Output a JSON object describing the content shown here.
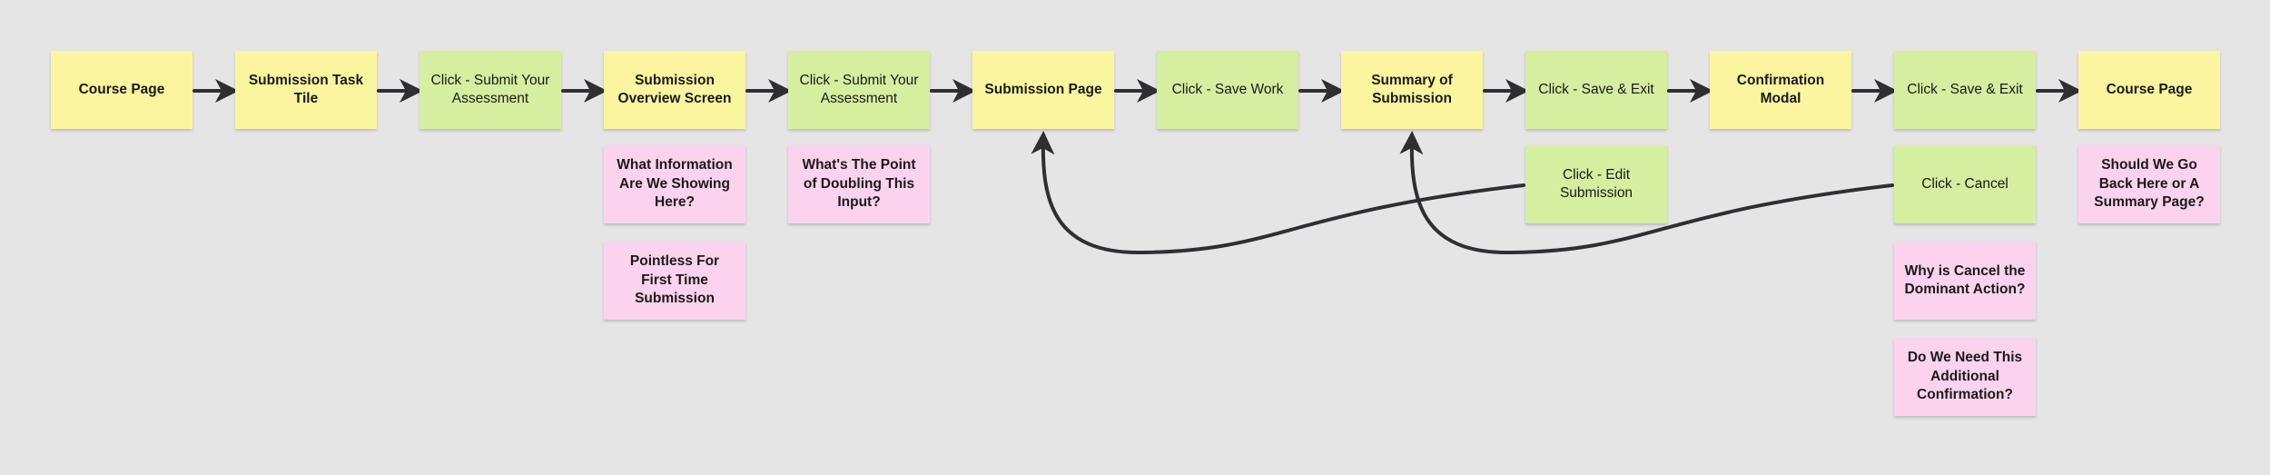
{
  "colors": {
    "background": "#e5e5e5",
    "screen_note": "#fbf5a0",
    "action_note": "#d5eea0",
    "question_note": "#fbd3ee",
    "connector": "#2f2f33"
  },
  "flow": [
    {
      "id": "course-page-start",
      "kind": "screen",
      "label": "Course Page"
    },
    {
      "id": "submission-task-tile",
      "kind": "screen",
      "label": "Submission  Task Tile"
    },
    {
      "id": "click-submit-your-assessment-1",
      "kind": "action",
      "label": "Click - Submit Your Assessment"
    },
    {
      "id": "submission-overview-screen",
      "kind": "screen",
      "label": "Submission Overview Screen"
    },
    {
      "id": "click-submit-your-assessment-2",
      "kind": "action",
      "label": "Click - Submit Your Assessment"
    },
    {
      "id": "submission-page",
      "kind": "screen",
      "label": "Submission Page"
    },
    {
      "id": "click-save-work",
      "kind": "action",
      "label": "Click - Save Work"
    },
    {
      "id": "summary-of-submission",
      "kind": "screen",
      "label": "Summary of Submission"
    },
    {
      "id": "click-save-exit-1",
      "kind": "action",
      "label": "Click - Save & Exit"
    },
    {
      "id": "confirmation-modal",
      "kind": "screen",
      "label": "Confirmation Modal"
    },
    {
      "id": "click-save-exit-2",
      "kind": "action",
      "label": "Click - Save & Exit"
    },
    {
      "id": "course-page-end",
      "kind": "screen",
      "label": "Course Page"
    }
  ],
  "branches": [
    {
      "id": "click-edit-submission",
      "kind": "action",
      "label": "Click - Edit Submission",
      "under": "click-save-exit-1",
      "returns_to": "submission-page"
    },
    {
      "id": "click-cancel",
      "kind": "action",
      "label": "Click - Cancel",
      "under": "click-save-exit-2",
      "returns_to": "summary-of-submission"
    }
  ],
  "questions": [
    {
      "id": "what-information",
      "label": "What Information Are We Showing Here?",
      "under": "submission-overview-screen",
      "row": 1
    },
    {
      "id": "pointless-first-time",
      "label": "Pointless For First Time Submission",
      "under": "submission-overview-screen",
      "row": 2
    },
    {
      "id": "point-of-doubling",
      "label": "What's The Point of Doubling This Input?",
      "under": "click-submit-your-assessment-2",
      "row": 1
    },
    {
      "id": "why-cancel-dominant",
      "label": "Why is Cancel the Dominant Action?",
      "under": "click-save-exit-2",
      "row": 2
    },
    {
      "id": "need-confirmation",
      "label": "Do We Need This Additional Confirmation?",
      "under": "click-save-exit-2",
      "row": 3
    },
    {
      "id": "go-back-here",
      "label": "Should We Go Back Here or A Summary Page?",
      "under": "course-page-end",
      "row": 1
    }
  ]
}
